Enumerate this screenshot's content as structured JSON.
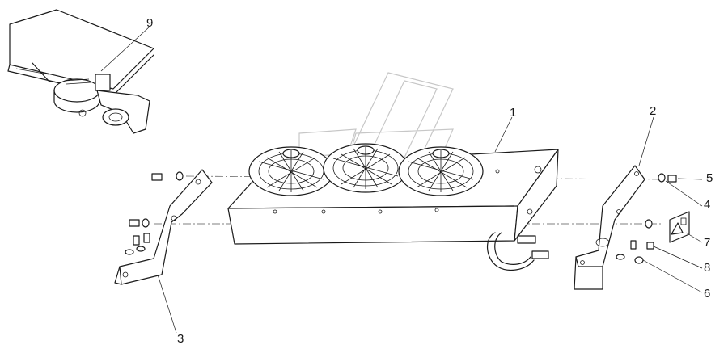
{
  "diagram": {
    "callouts": [
      {
        "id": "c1",
        "text": "1"
      },
      {
        "id": "c2",
        "text": "2"
      },
      {
        "id": "c3",
        "text": "3"
      },
      {
        "id": "c4",
        "text": "4"
      },
      {
        "id": "c5",
        "text": "5"
      },
      {
        "id": "c6",
        "text": "6"
      },
      {
        "id": "c7",
        "text": "7"
      },
      {
        "id": "c8",
        "text": "8"
      },
      {
        "id": "c9",
        "text": "9"
      }
    ]
  },
  "colors": {
    "line": "#1a1a1a",
    "watermark": "#c7c7c7",
    "background": "#ffffff"
  }
}
